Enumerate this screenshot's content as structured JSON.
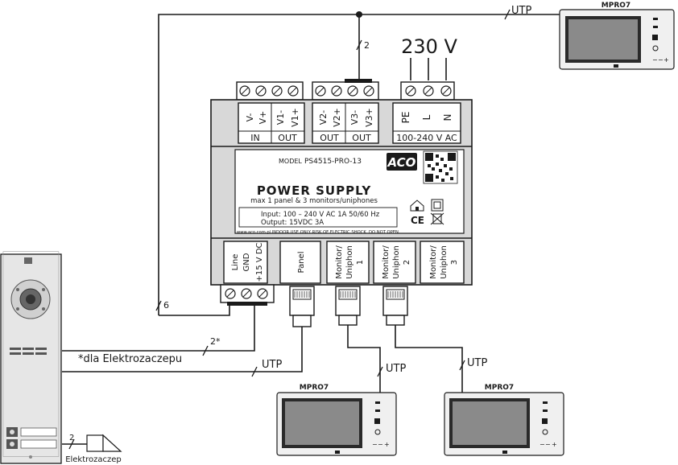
{
  "wires": {
    "top_utp": "UTP",
    "top_count": "2",
    "left_count": "6",
    "lock_count": "2*",
    "lock_note": "*dla Elektrozaczepu",
    "panel_utp": "UTP",
    "mon1_utp": "UTP",
    "mon2_utp": "UTP",
    "lock_small_count": "2"
  },
  "mains": {
    "voltage": "230 V"
  },
  "psu": {
    "top_terminals": {
      "in": {
        "pins": [
          "V-",
          "V+"
        ],
        "group": "IN"
      },
      "out1": {
        "pins": [
          "V1-",
          "V1+"
        ],
        "group": "OUT"
      },
      "out2": {
        "pins": [
          "V2-",
          "V2+"
        ],
        "group": "OUT"
      },
      "out3": {
        "pins": [
          "V3-",
          "V3+"
        ],
        "group": "OUT"
      },
      "ac": {
        "pins": [
          "PE",
          "L",
          "N"
        ],
        "group": "100-240 V AC"
      }
    },
    "label": {
      "model_label": "MODEL",
      "model_value": "PS4515-PRO-13",
      "brand": "ACO",
      "title": "POWER SUPPLY",
      "subtitle": "max 1 panel & 3 monitors/uniphones",
      "input_line": "Input: 100 – 240 V AC 1A     50/60 Hz",
      "output_line": "Output: 15VDC 3A",
      "footer": "www.aco.com.pl     INDOOR USE ONLY     RISK OF ELECTRIC SHOCK. DO NOT OPEN.",
      "ce_mark": "CE"
    },
    "bottom_ports": {
      "power": [
        "Line",
        "GND",
        "+15 V DC"
      ],
      "panel": "Panel",
      "monitor1": [
        "Monitor/",
        "Uniphon",
        "1"
      ],
      "monitor2": [
        "Monitor/",
        "Uniphon",
        "2"
      ],
      "monitor3": [
        "Monitor/",
        "Uniphon",
        "3"
      ]
    }
  },
  "monitors": {
    "top": "MPRO7",
    "bottom_left": "MPRO7",
    "bottom_right": "MPRO7",
    "controls": [
      "−",
      "−",
      "+"
    ]
  },
  "lock": {
    "label": "Elektrozaczep"
  }
}
